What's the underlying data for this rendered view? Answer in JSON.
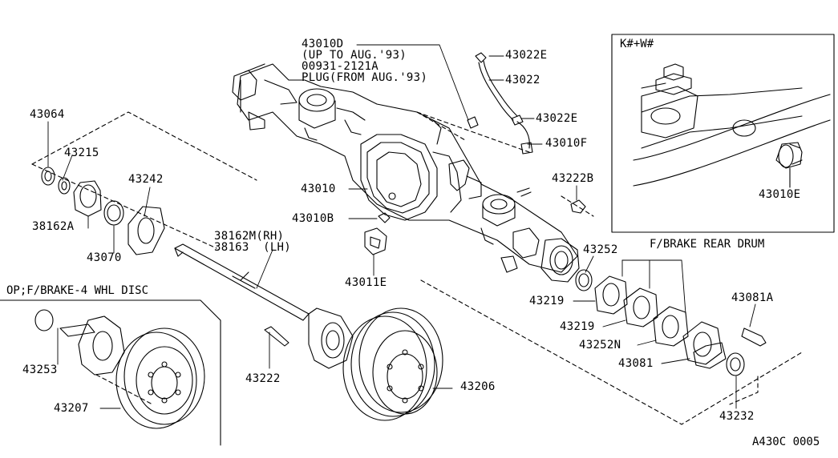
{
  "diagram": {
    "code": "A430C 0005",
    "sections": {
      "inset_title": "K#+W#",
      "brake_rear_drum": "F/BRAKE REAR DRUM",
      "brake_4whl_disc": "OP;F/BRAKE-4 WHL DISC"
    },
    "parts": {
      "p43010D": "43010D",
      "p43010D_note1": "(UP TO AUG.'93)",
      "p00931": "00931-2121A",
      "p_plug": "PLUG(FROM AUG.'93)",
      "p43022E_a": "43022E",
      "p43022": "43022",
      "p43022E_b": "43022E",
      "p43010F": "43010F",
      "p43010E": "43010E",
      "p43064": "43064",
      "p43215": "43215",
      "p43242": "43242",
      "p38162A": "38162A",
      "p43070": "43070",
      "p43010": "43010",
      "p43010B": "43010B",
      "p43011E": "43011E",
      "p43222B": "43222B",
      "p38162M": "38162M(RH)",
      "p38163": "38163  (LH)",
      "p43252": "43252",
      "p43219_a": "43219",
      "p43219_b": "43219",
      "p43252N": "43252N",
      "p43081A": "43081A",
      "p43081": "43081",
      "p43232": "43232",
      "p43206": "43206",
      "p43222": "43222",
      "p43253": "43253",
      "p43207": "43207"
    }
  }
}
